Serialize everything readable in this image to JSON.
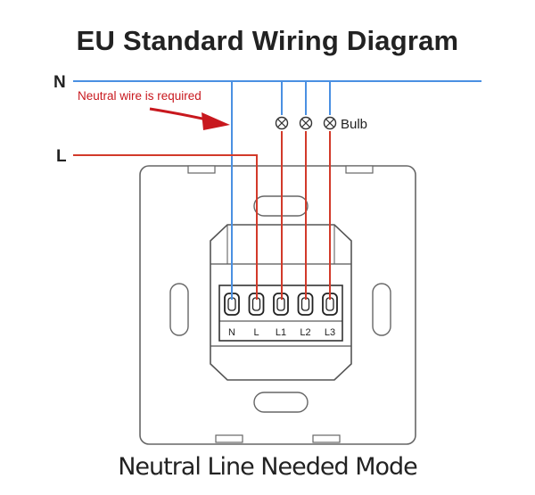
{
  "diagram": {
    "title": "EU Standard Wiring Diagram",
    "subtitle": "Neutral Line Needed Mode",
    "neutral_label": "N",
    "live_label": "L",
    "note": "Neutral wire is required",
    "bulb_label": "Bulb",
    "terminals": [
      "N",
      "L",
      "L1",
      "L2",
      "L3"
    ],
    "colors": {
      "neutral_wire": "#4a90e2",
      "live_wire": "#d23a2a",
      "note_text": "#c8181e",
      "outline": "#555555"
    }
  }
}
